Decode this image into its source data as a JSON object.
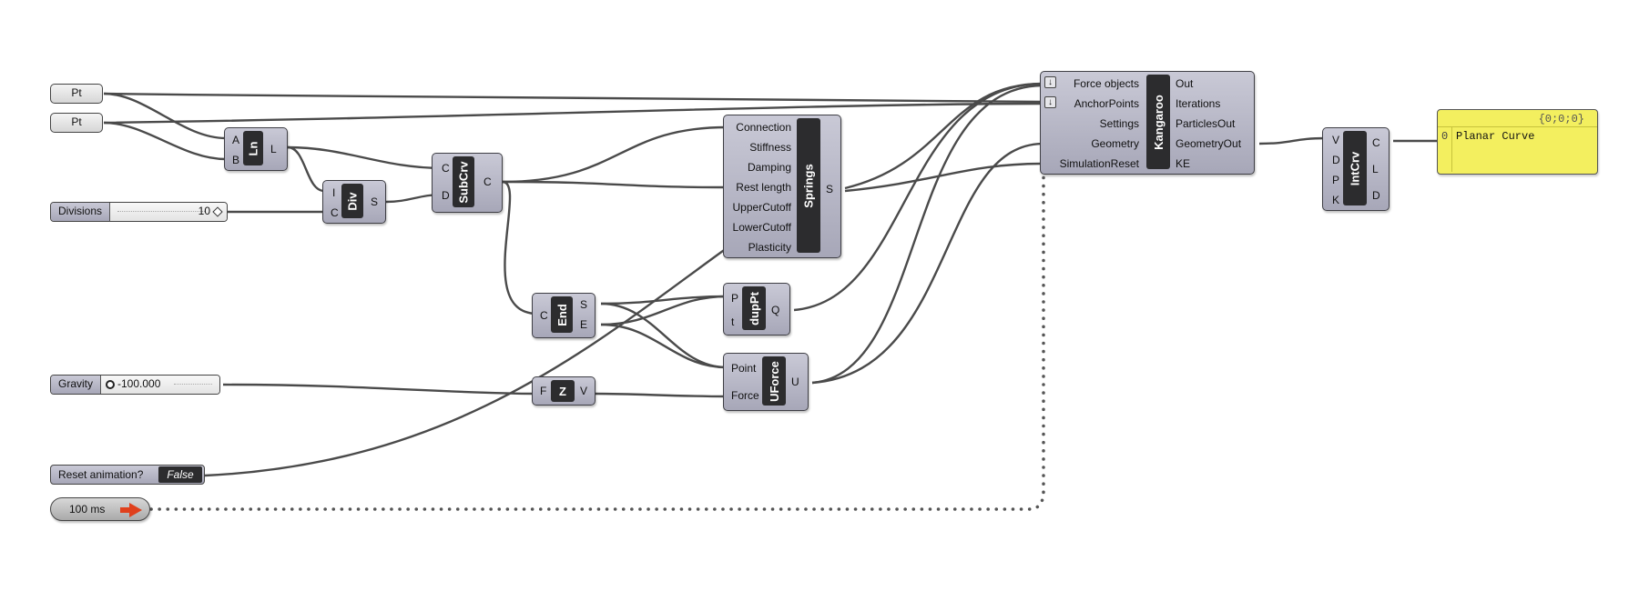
{
  "params": {
    "pt1": "Pt",
    "pt2": "Pt"
  },
  "divisions": {
    "label": "Divisions",
    "value": "10"
  },
  "gravity": {
    "label": "Gravity",
    "value": "-100.000"
  },
  "reset": {
    "label": "Reset animation?",
    "value": "False"
  },
  "timer": {
    "label": "100 ms"
  },
  "ln": {
    "name": "Ln",
    "inputs": [
      "A",
      "B"
    ],
    "outputs": [
      "L"
    ]
  },
  "div": {
    "name": "Div",
    "inputs": [
      "I",
      "C"
    ],
    "outputs": [
      "S"
    ]
  },
  "subcrv": {
    "name": "SubCrv",
    "inputs": [
      "C",
      "D"
    ],
    "outputs": [
      "C"
    ]
  },
  "end": {
    "name": "End",
    "inputs": [
      "C"
    ],
    "outputs": [
      "S",
      "E"
    ]
  },
  "zvec": {
    "name": "Z",
    "inputs": [
      "F"
    ],
    "outputs": [
      "V"
    ]
  },
  "springs": {
    "name": "Springs",
    "inputs": [
      "Connection",
      "Stiffness",
      "Damping",
      "Rest length",
      "UpperCutoff",
      "LowerCutoff",
      "Plasticity"
    ],
    "outputs": [
      "S"
    ]
  },
  "duppt": {
    "name": "dupPt",
    "inputs": [
      "P",
      "t"
    ],
    "outputs": [
      "Q"
    ]
  },
  "uforce": {
    "name": "UForce",
    "inputs": [
      "Point",
      "Force"
    ],
    "outputs": [
      "U"
    ]
  },
  "kangaroo": {
    "name": "Kangaroo",
    "inputs": [
      "Force objects",
      "AnchorPoints",
      "Settings",
      "Geometry",
      "SimulationReset"
    ],
    "outputs": [
      "Out",
      "Iterations",
      "ParticlesOut",
      "GeometryOut",
      "KE"
    ],
    "flatten_icon": "↓"
  },
  "intcrv": {
    "name": "IntCrv",
    "inputs": [
      "V",
      "D",
      "P",
      "K"
    ],
    "outputs": [
      "C",
      "L",
      "D"
    ]
  },
  "panel": {
    "path": "{0;0;0}",
    "index": "0",
    "text": "Planar Curve"
  },
  "colors": {
    "wire": "#4a4a4a",
    "component": "#b3b3c4",
    "panel": "#f3ef5f",
    "nickname": "#2c2c2e"
  }
}
